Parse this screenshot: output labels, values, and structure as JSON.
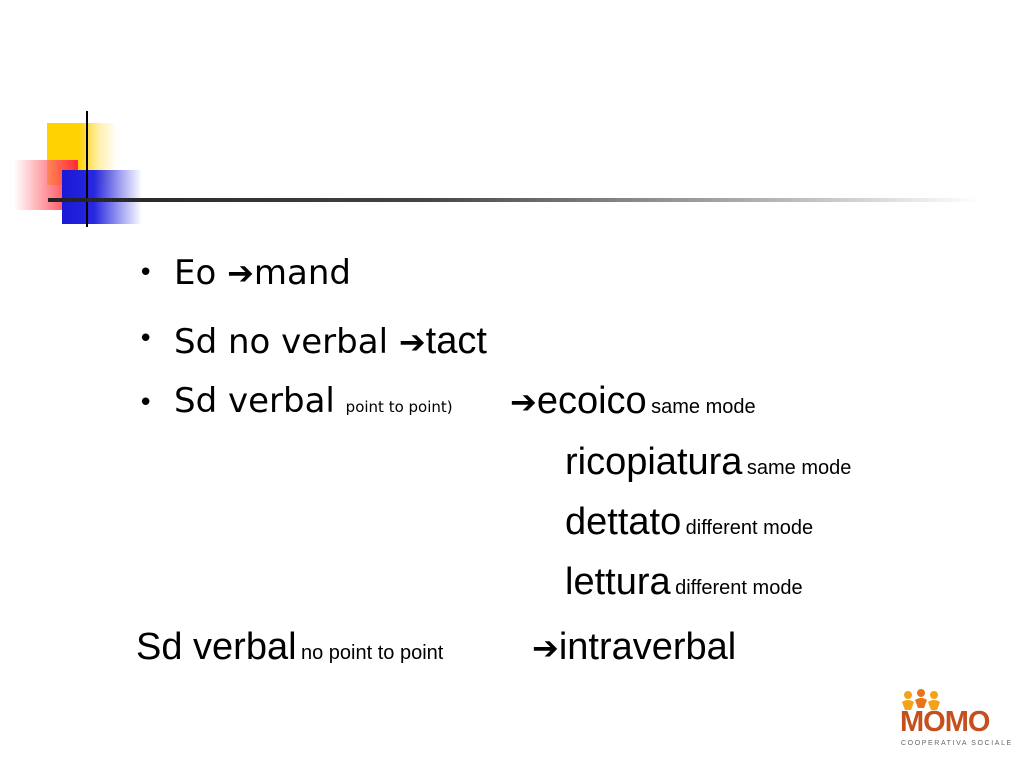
{
  "slide": {
    "lines": [
      {
        "bullet": "•",
        "text": "Eo",
        "arrow": "➔",
        "target": "mand"
      },
      {
        "bullet": "•",
        "text": "Sd no verbal",
        "arrow": "➔",
        "target": "tact"
      },
      {
        "bullet": "•",
        "text": "Sd verbal",
        "note": "point to point)",
        "arrow": "➔",
        "target": "ecoico",
        "mode": "same mode"
      }
    ],
    "sublines": [
      {
        "target": "ricopiatura",
        "mode": "same mode"
      },
      {
        "target": "dettato",
        "mode": "different mode"
      },
      {
        "target": "lettura",
        "mode": "different mode"
      }
    ],
    "last_line": {
      "text": "Sd verbal",
      "note": "no point to point",
      "arrow": "➔",
      "target": "intraverbal"
    }
  },
  "logo": {
    "name": "MOMO",
    "tagline": "COOPERATIVA SOCIALE"
  },
  "colors": {
    "yellow": "#ffd200",
    "red": "#ff2a3a",
    "blue": "#1a1ad6",
    "logo": "#c4501c"
  }
}
